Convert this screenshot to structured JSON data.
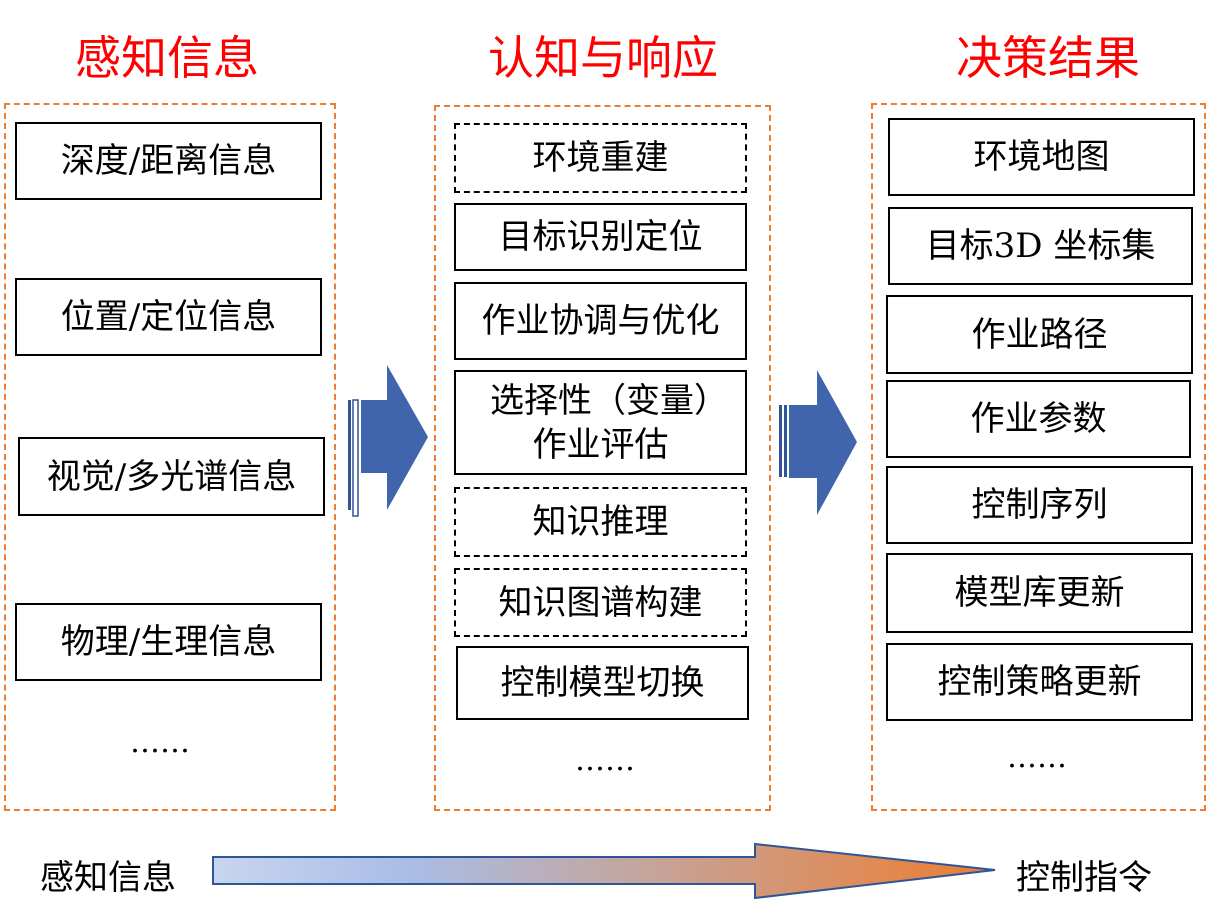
{
  "columns": [
    {
      "title": "感知信息",
      "items": [
        "深度/距离信息",
        "位置/定位信息",
        "视觉/多光谱信息",
        "物理/生理信息"
      ],
      "more": "……"
    },
    {
      "title": "认知与响应",
      "items": [
        "环境重建",
        "目标识别定位",
        "作业协调与优化",
        "选择性（变量）作业评估",
        "知识推理",
        "知识图谱构建",
        "控制模型切换"
      ],
      "more": "……"
    },
    {
      "title": "决策结果",
      "items": [
        "环境地图",
        "目标3D 坐标集",
        "作业路径",
        "作业参数",
        "控制序列",
        "模型库更新",
        "控制策略更新"
      ],
      "more": "……"
    }
  ],
  "flow": {
    "start": "感知信息",
    "end": "控制指令"
  },
  "colors": {
    "title": "#ff0000",
    "panel_border": "#ed7d31",
    "arrow": "#4065ad"
  }
}
